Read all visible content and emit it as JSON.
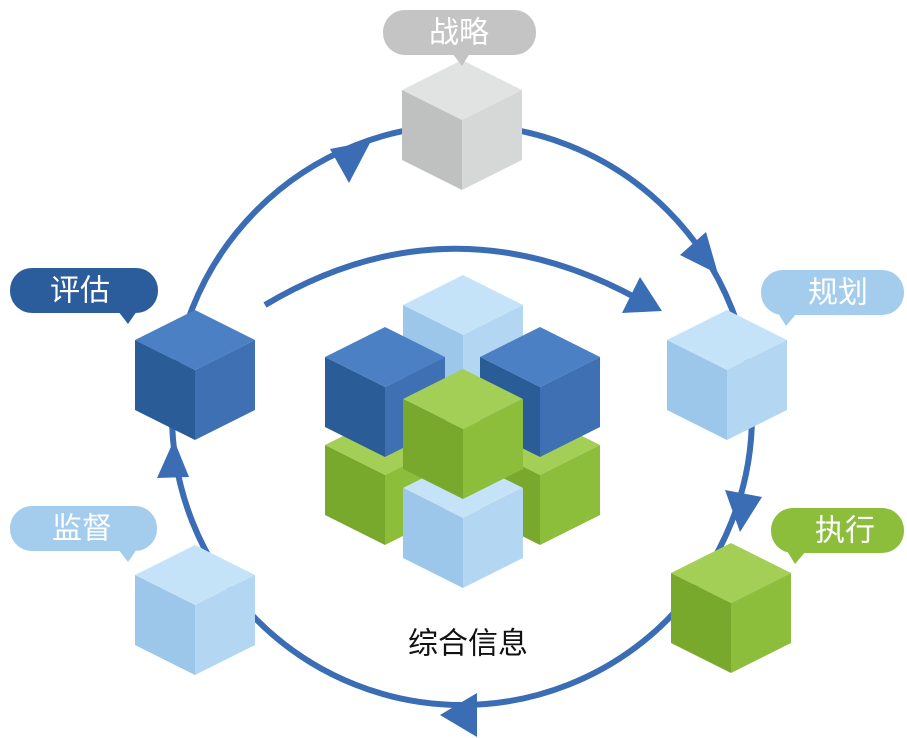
{
  "diagram": {
    "center_label": "综合信息",
    "stages": [
      {
        "id": "strategy",
        "label": "战略"
      },
      {
        "id": "planning",
        "label": "规划"
      },
      {
        "id": "execution",
        "label": "执行"
      },
      {
        "id": "supervision",
        "label": "监督"
      },
      {
        "id": "evaluation",
        "label": "评估"
      }
    ]
  },
  "colors": {
    "arrow": "#3b6db4",
    "gray_bubble": "#c4c4c4",
    "gray_cube": [
      "#d1d2d2",
      "#bfc0c0",
      "#e1e2e2"
    ],
    "dark_blue_bubble": "#2b5d9c",
    "dark_blue_cube": [
      "#3f70b4",
      "#2a5c97",
      "#4b80c4"
    ],
    "light_blue_bubble": "#a4ccec",
    "light_blue_cube": [
      "#b3d7f2",
      "#9cc6ea",
      "#c4e2f8"
    ],
    "green_bubble": "#8cbe3c",
    "green_cube": [
      "#8cbe3c",
      "#78a92d",
      "#a3cf56"
    ]
  }
}
